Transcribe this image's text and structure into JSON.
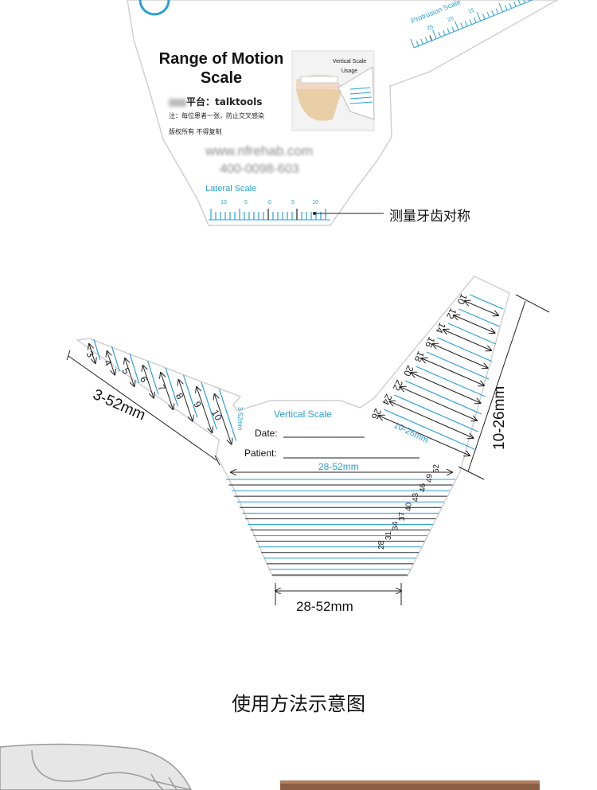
{
  "top_card": {
    "title_line1": "Range of Motion",
    "title_line2": "Scale",
    "platform_prefix": "平台：",
    "platform_name": "talktools",
    "note": "注：每位患者一张，防止交叉感染",
    "copyright": "版权所有 不得复制",
    "website": "www.nfrehab.com",
    "phone": "400-0098-603",
    "usage_label_line1": "Vertical Scale",
    "usage_label_line2": "Usage",
    "lateral_scale_label": "Lateral Scale",
    "lateral_ticks": [
      "10",
      "5",
      "0",
      "5",
      "10"
    ],
    "protrusion_scale_label": "Protrusion Scale",
    "protrusion_ticks": [
      "25",
      "20",
      "15"
    ],
    "callout_label": "测量牙齿对称"
  },
  "scale_diagram": {
    "vertical_scale_label": "Vertical Scale",
    "date_label": "Date:",
    "patient_label": "Patient:",
    "left_arm_range": "3-52mm",
    "left_arm_small_label": "3-52mm",
    "left_arm_numbers": [
      "3",
      "4",
      "5",
      "6",
      "7",
      "8",
      "9",
      "10"
    ],
    "right_arm_range": "10-26mm",
    "right_arm_inner_label": "10-26mm",
    "right_arm_numbers": [
      "10",
      "12",
      "14",
      "16",
      "18",
      "20",
      "22",
      "24",
      "26"
    ],
    "body_top_label": "28-52mm",
    "body_numbers": [
      "52",
      "49",
      "46",
      "43",
      "40",
      "37",
      "34",
      "31",
      "28"
    ],
    "bottom_dimension": "28-52mm",
    "colors": {
      "accent_blue": "#2a9fd6",
      "dark": "#222222"
    }
  },
  "section_heading": "使用方法示意图"
}
